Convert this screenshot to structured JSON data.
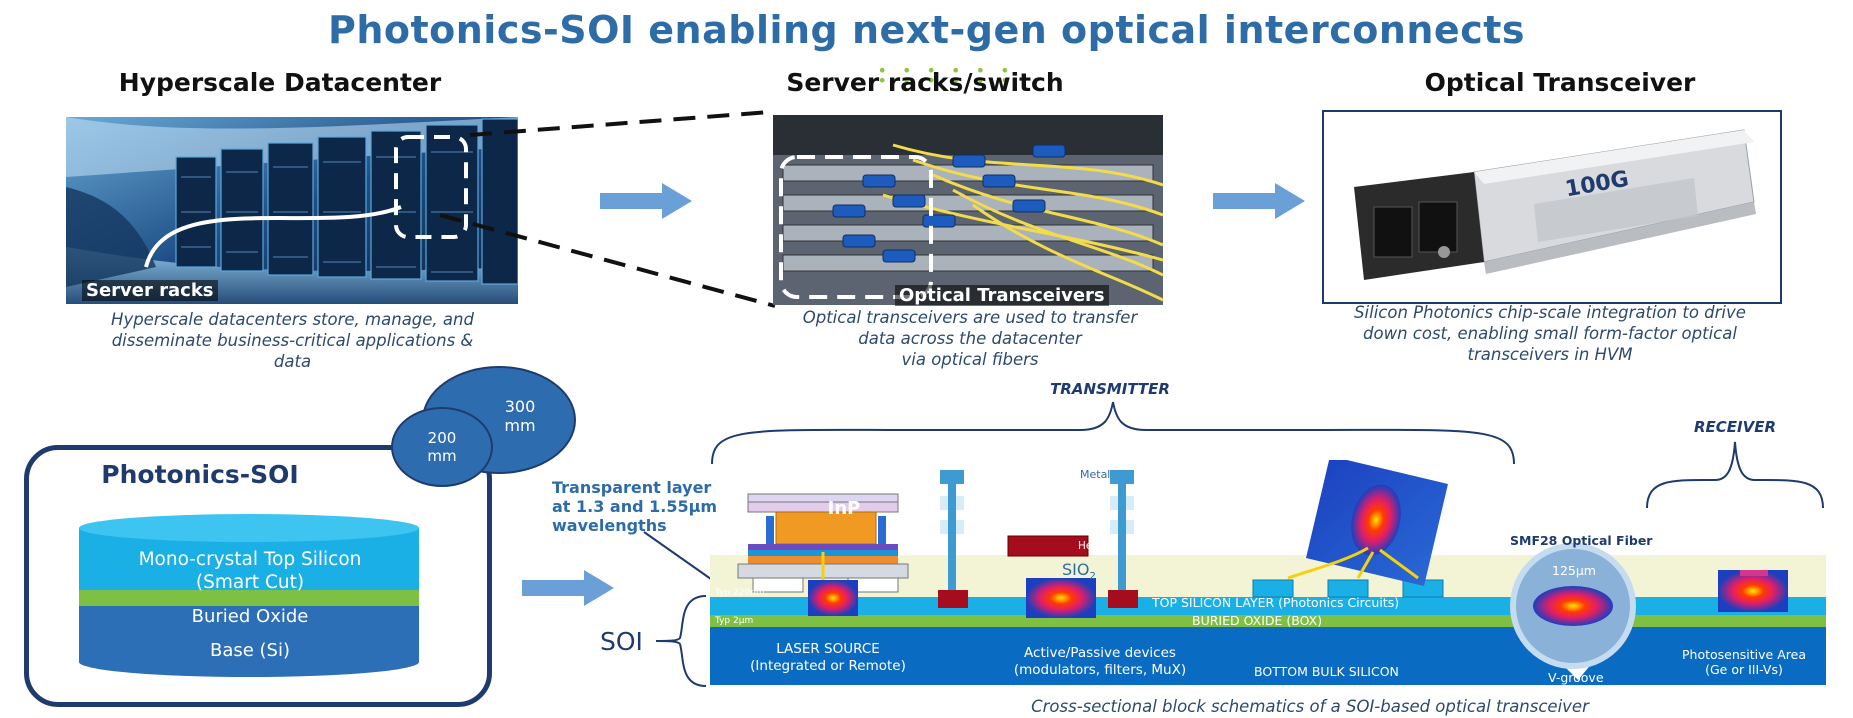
{
  "title": "Photonics-SOI enabling next-gen optical interconnects",
  "panels": {
    "datacenter": {
      "header": "Hyperscale Datacenter",
      "overlay_label": "Server racks",
      "caption_lines": [
        "Hyperscale datacenters store, manage, and",
        "disseminate business-critical applications &",
        "data"
      ]
    },
    "racks": {
      "header": "Server racks/switch",
      "overlay_label": "Optical Transceivers",
      "caption_lines": [
        "Optical transceivers are used to transfer",
        "data across the datacenter",
        "via optical fibers"
      ]
    },
    "transceiver": {
      "header": "Optical Transceiver",
      "module_label": "100G",
      "caption_lines": [
        "Silicon Photonics chip-scale integration to drive",
        "down cost, enabling small form-factor optical",
        "transceivers in HVM"
      ]
    }
  },
  "wafer": {
    "box_title": "Photonics-SOI",
    "wafer_300": [
      "300",
      "mm"
    ],
    "wafer_200": [
      "200",
      "mm"
    ],
    "layers": {
      "top_lines": [
        "Mono-crystal Top Silicon",
        "(Smart Cut)"
      ],
      "middle": "Buried Oxide",
      "bottom": "Base (Si)"
    }
  },
  "schematic": {
    "transmitter": "TRANSMITTER",
    "receiver": "RECEIVER",
    "transparent_note": [
      "Transparent layer",
      "at 1.3 and 1.55µm",
      "wavelengths"
    ],
    "soi": "SOI",
    "typ_220": "Typ 220nm",
    "typ_2um": "Typ 2µm",
    "inp": "InP",
    "metal": "Metal",
    "heater": "Heater",
    "sio2": "SIO",
    "sio2_sub": "2",
    "top_silicon_layer": "TOP SILICON LAYER (Photonics Circuits)",
    "buried_oxide_box": "BURIED OXIDE (BOX)",
    "bottom_bulk": "BOTTOM BULK SILICON",
    "laser_source": [
      "LASER SOURCE",
      "(Integrated or Remote)"
    ],
    "active_passive": [
      "Active/Passive devices",
      "(modulators, filters, MuX)"
    ],
    "smf28": "SMF28 Optical Fiber",
    "fiber_size": "125µm",
    "vgroove": "V-groove",
    "photosensitive": [
      "Photosensitive Area",
      "(Ge or III-Vs)"
    ],
    "caption": "Cross-sectional block schematics of a SOI-based optical transceiver"
  },
  "colors": {
    "title": "#2e6ca8",
    "arrow": "#6a9fd8",
    "top_silicon": "#1ab0e6",
    "buried_oxide": "#7dc043",
    "base_si": "#2c6fb7",
    "wafer": "#2e6cb0",
    "frame": "#1f3b6e"
  }
}
